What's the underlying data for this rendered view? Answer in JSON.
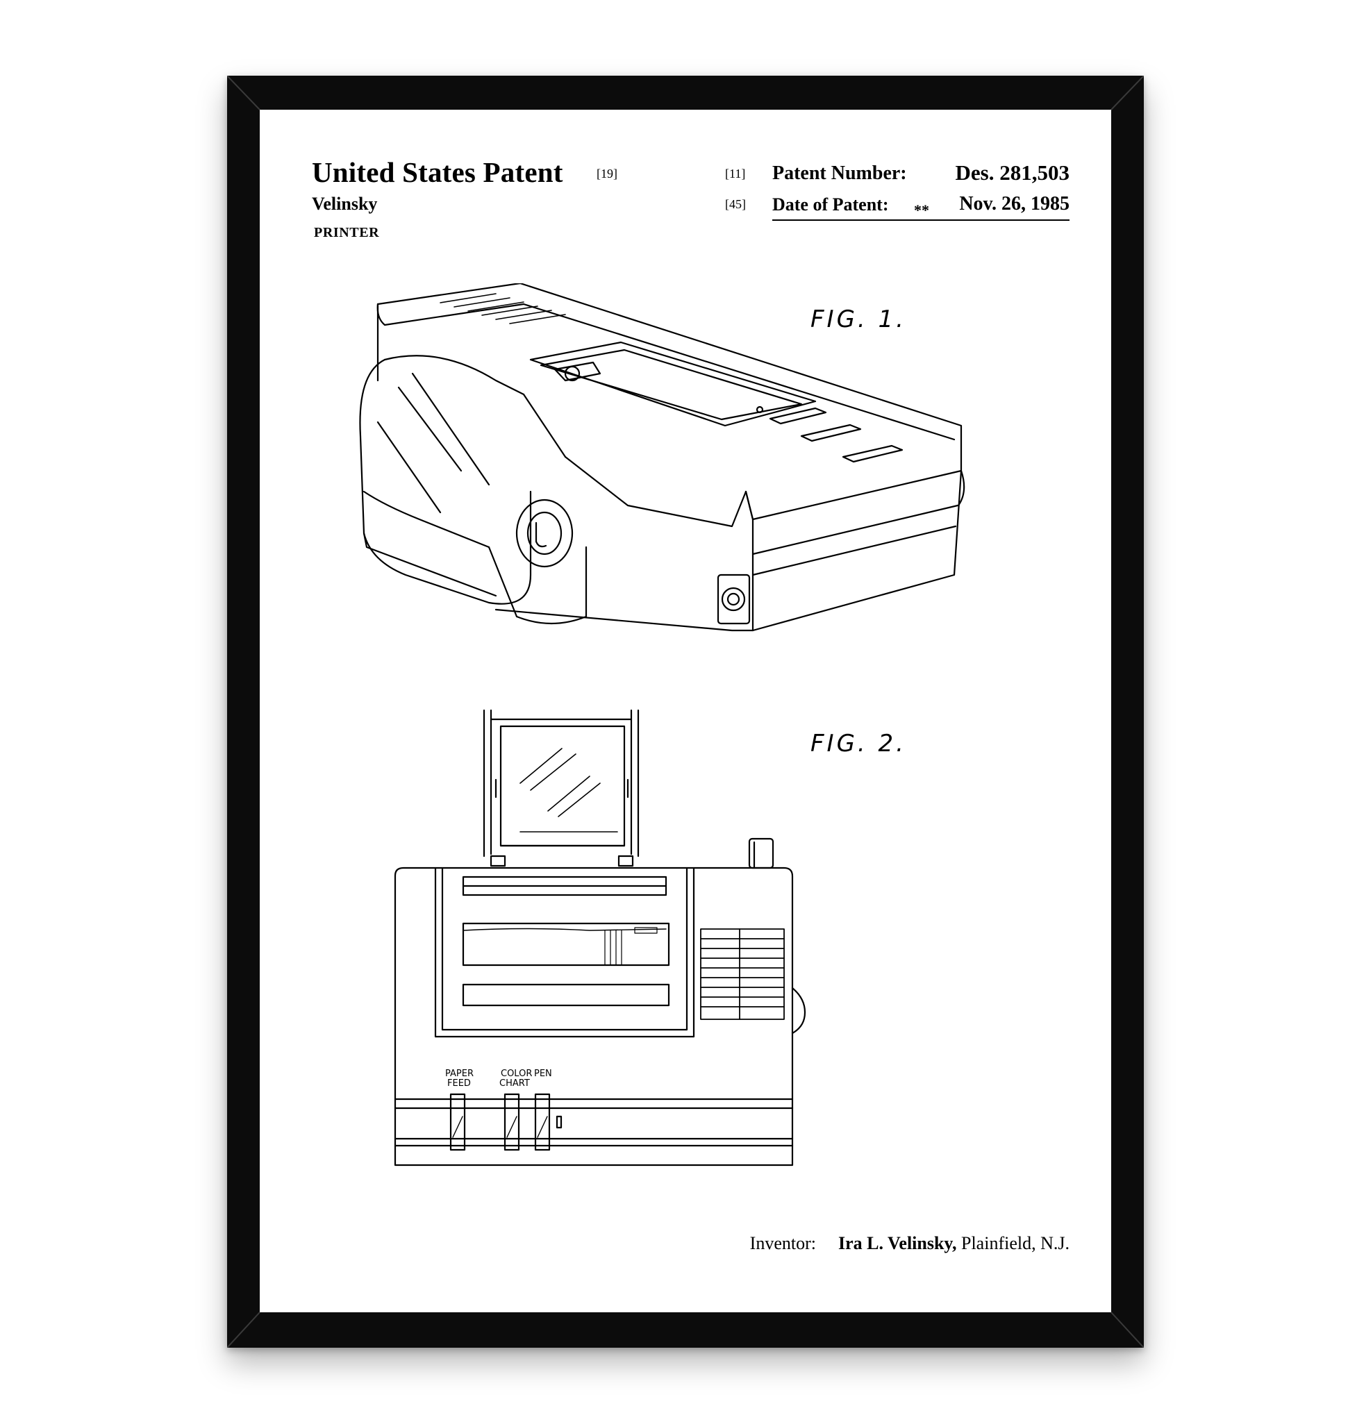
{
  "patent": {
    "heading": "United States Patent",
    "heading_ref": "[19]",
    "number_ref": "[11]",
    "number_label": "Patent Number:",
    "number_value": "Des. 281,503",
    "inventor_surname": "Velinsky",
    "date_ref": "[45]",
    "date_label": "Date of Patent:",
    "date_mark": "**",
    "date_value": "Nov. 26, 1985",
    "title": "PRINTER"
  },
  "figures": {
    "fig1": "FIG. 1.",
    "fig2": "FIG. 2.",
    "fig2_control_labels": [
      "PAPER",
      "FEED",
      "COLOR",
      "CHART",
      "PEN"
    ]
  },
  "footer": {
    "inventor_label": "Inventor:",
    "inventor_name": "Ira L. Velinsky,",
    "inventor_location": "Plainfield, N.J."
  },
  "colors": {
    "frame": "#0c0c0c",
    "mat": "#ffffff",
    "ink": "#000000"
  }
}
